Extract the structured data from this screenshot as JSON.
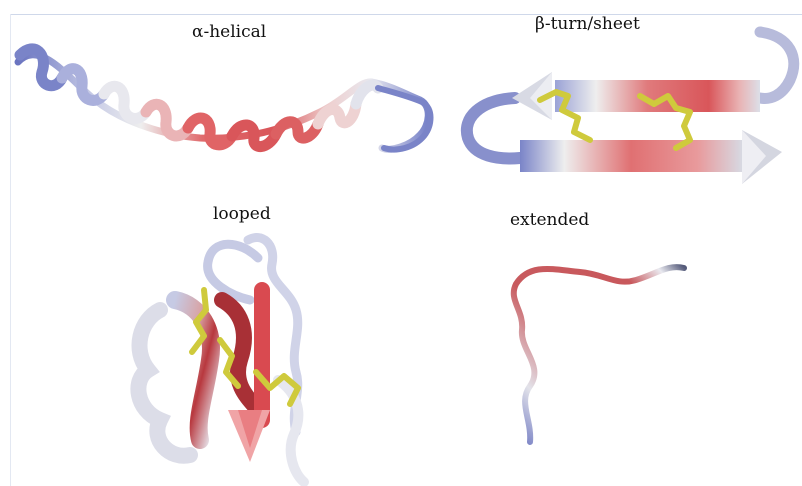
{
  "panels": [
    {
      "id": "helical",
      "label": "α-helical"
    },
    {
      "id": "sheet",
      "label": "β-turn/sheet"
    },
    {
      "id": "looped",
      "label": "looped"
    },
    {
      "id": "extended",
      "label": "extended"
    }
  ],
  "colors": {
    "blue": "#7580c8",
    "white": "#e8e8ee",
    "red": "#d9565a",
    "yellow": "#d6d24a"
  }
}
